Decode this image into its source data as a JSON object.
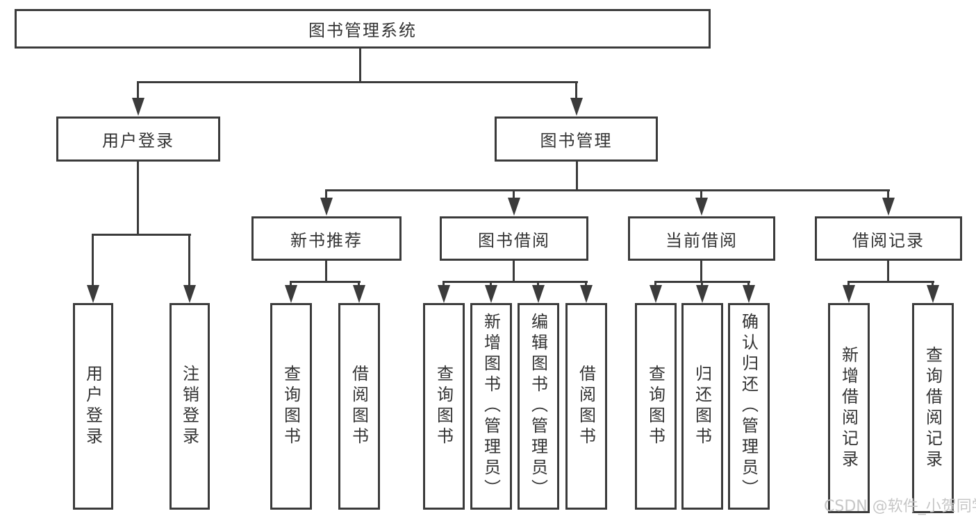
{
  "root": {
    "label": "图书管理系统"
  },
  "user_login": {
    "label": "用户登录",
    "leaves": [
      "用户登录",
      "注销登录"
    ]
  },
  "book_mgmt": {
    "label": "图书管理"
  },
  "groups": [
    {
      "label": "新书推荐",
      "leaves": [
        "查询图书",
        "借阅图书"
      ]
    },
    {
      "label": "图书借阅",
      "leaves": [
        "查询图书",
        "新增图书（管理员）",
        "编辑图书（管理员）",
        "借阅图书"
      ]
    },
    {
      "label": "当前借阅",
      "leaves": [
        "查询图书",
        "归还图书",
        "确认归还（管理员）"
      ]
    },
    {
      "label": "借阅记录",
      "leaves": [
        "新增借阅记录",
        "查询借阅记录"
      ]
    }
  ],
  "watermark": "CSDN @软件_小贺同学",
  "colors": {
    "line": "#3b3b3b",
    "text": "#333333",
    "watermark": "#c6c6c6",
    "background": "#ffffff"
  }
}
